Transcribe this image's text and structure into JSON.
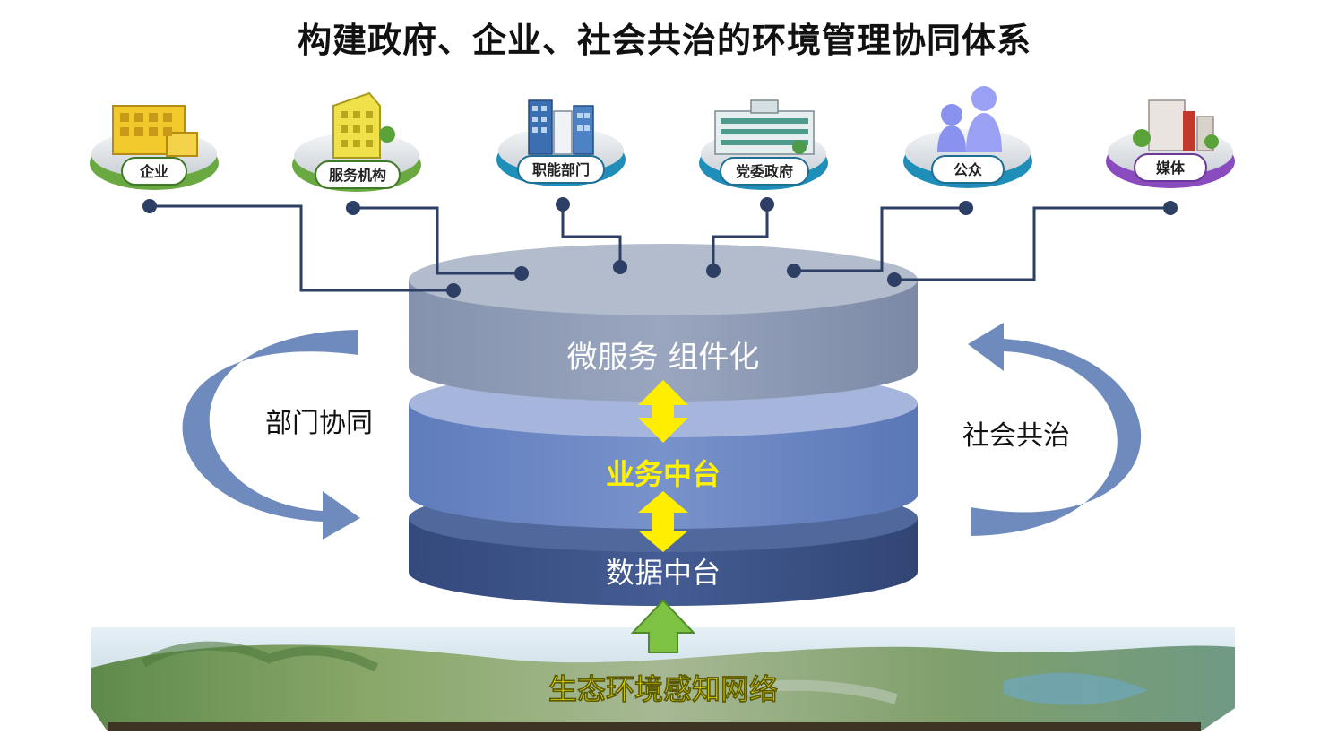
{
  "title": "构建政府、企业、社会共治的环境管理协同体系",
  "actors": [
    {
      "label": "企业",
      "icon": "office-building-icon",
      "ring": "#6aa842"
    },
    {
      "label": "服务机构",
      "icon": "yellow-building-icon",
      "ring": "#6aa842"
    },
    {
      "label": "职能部门",
      "icon": "skyscraper-icon",
      "ring": "#1f8fb9"
    },
    {
      "label": "党委政府",
      "icon": "government-building-icon",
      "ring": "#1f8fb9"
    },
    {
      "label": "公众",
      "icon": "people-icon",
      "ring": "#1f8fb9"
    },
    {
      "label": "媒体",
      "icon": "media-building-icon",
      "ring": "#8a4bbf"
    }
  ],
  "layers": {
    "top": "微服务 组件化",
    "middle": "业务中台",
    "bottom": "数据中台"
  },
  "left_arrow_label": "部门协同",
  "right_arrow_label": "社会共治",
  "base_label": "生态环境感知网络",
  "colors": {
    "top_layer": "#8592ad",
    "middle_layer": "#6a86c2",
    "bottom_layer": "#3d5488",
    "highlight_text": "#fff200",
    "connector": "#2e3f66",
    "side_arrow": "#6f8bbd",
    "up_arrow": "#7dc242"
  }
}
